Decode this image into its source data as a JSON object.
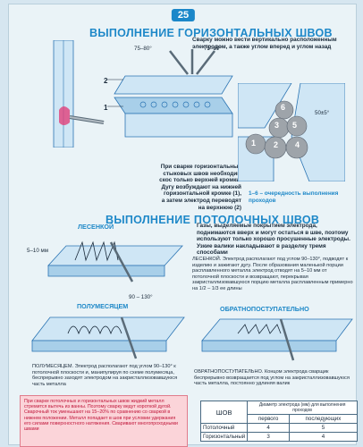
{
  "page_number": "25",
  "section1": {
    "title": "ВЫПОЛНЕНИЕ ГОРИЗОНТАЛЬНЫХ ШВОВ",
    "text_top": "Сварку можно вести вертикально расположенным электродом, а также углом вперед и углом назад",
    "angle_left": "75–80°",
    "angle_right": "75–80°",
    "edge_label_2": "2",
    "edge_label_1": "1",
    "text_left": "При сварке горизонтальных стыковых швов необходим скос только верхней кромки. Дугу возбуждают на нижней горизонтальной кромке (1), а затем электрод переводят на верхнюю (2)",
    "bead_angle": "50±5°",
    "bead_numbers": [
      "1",
      "2",
      "3",
      "4",
      "5",
      "6"
    ],
    "sequence_text": "1–6 – очередность выполнения проходов"
  },
  "section2": {
    "title": "ВЫПОЛНЕНИЕ ПОТОЛОЧНЫХ ШВОВ",
    "caption_ladder": "ЛЕСЕНКОЙ",
    "dim_gap": "5–10 мм",
    "dim_angle": "90 – 130°",
    "text_gases": "Газы, выделяемые покрытием электрода, поднимаются вверх и могут остаться в шве, поэтому используют только хорошо просушенные электроды. Узкие валики накладывают в разделку тремя способами",
    "text_ladder": "ЛЕСЕНКОЙ. Электрод располагают под углом 90–130°, подводят к изделию и зажигают дугу. После образования маленькой порции расплавленного металла электрод отводят на 5–10 мм от потолочной плоскости и возвращают, перекрывая закристаллизовавшуюся порцию металла расплавленным примерно на 1/2 – 1/3 ее длины",
    "caption_halfmoon": "ПОЛУМЕСЯЦЕМ",
    "caption_reciprocal": "ОБРАТНОПОСТУПАТЕЛЬНО",
    "text_halfmoon": "ПОЛУМЕСЯЦЕМ. Электрод располагают под углом 90–130° к потолочной плоскости и, манипулируя по схеме полумесяца, беспрерывно заходят электродом на закристаллизовавшуюся часть металла",
    "text_reciprocal": "ОБРАТНОПОСТУПАТЕЛЬНО. Концом электрода сварщик беспрерывно возвращается под углом на закристаллизовавшуюся часть металла, постоянно удлиняя валик",
    "note": "При сварке потолочных и горизонтальных швов жидкий металл стремится вытечь из ванны. Поэтому сварку ведут короткой дугой. Сварочный ток уменьшают на 15–20% по сравнению со сваркой в нижнем положении. Металл попадает в шов при условии удержания его силами поверхностного натяжения. Сваривают многопроходными швами"
  },
  "table": {
    "col_seam": "ШОВ",
    "col_diameter": "Диаметр электрода (мм) для выполнения проходов",
    "col_first": "первого",
    "col_next": "последующих",
    "rows": [
      {
        "name": "Потолочный",
        "first": "4",
        "next": "5"
      },
      {
        "name": "Горизонтальный",
        "first": "3",
        "next": "4"
      }
    ]
  },
  "colors": {
    "accent": "#1e88c8",
    "plate": "#cfe6f5",
    "plate_edge": "#2b74b3",
    "bead": "#9ea4aa",
    "arc": "#e0407a"
  }
}
